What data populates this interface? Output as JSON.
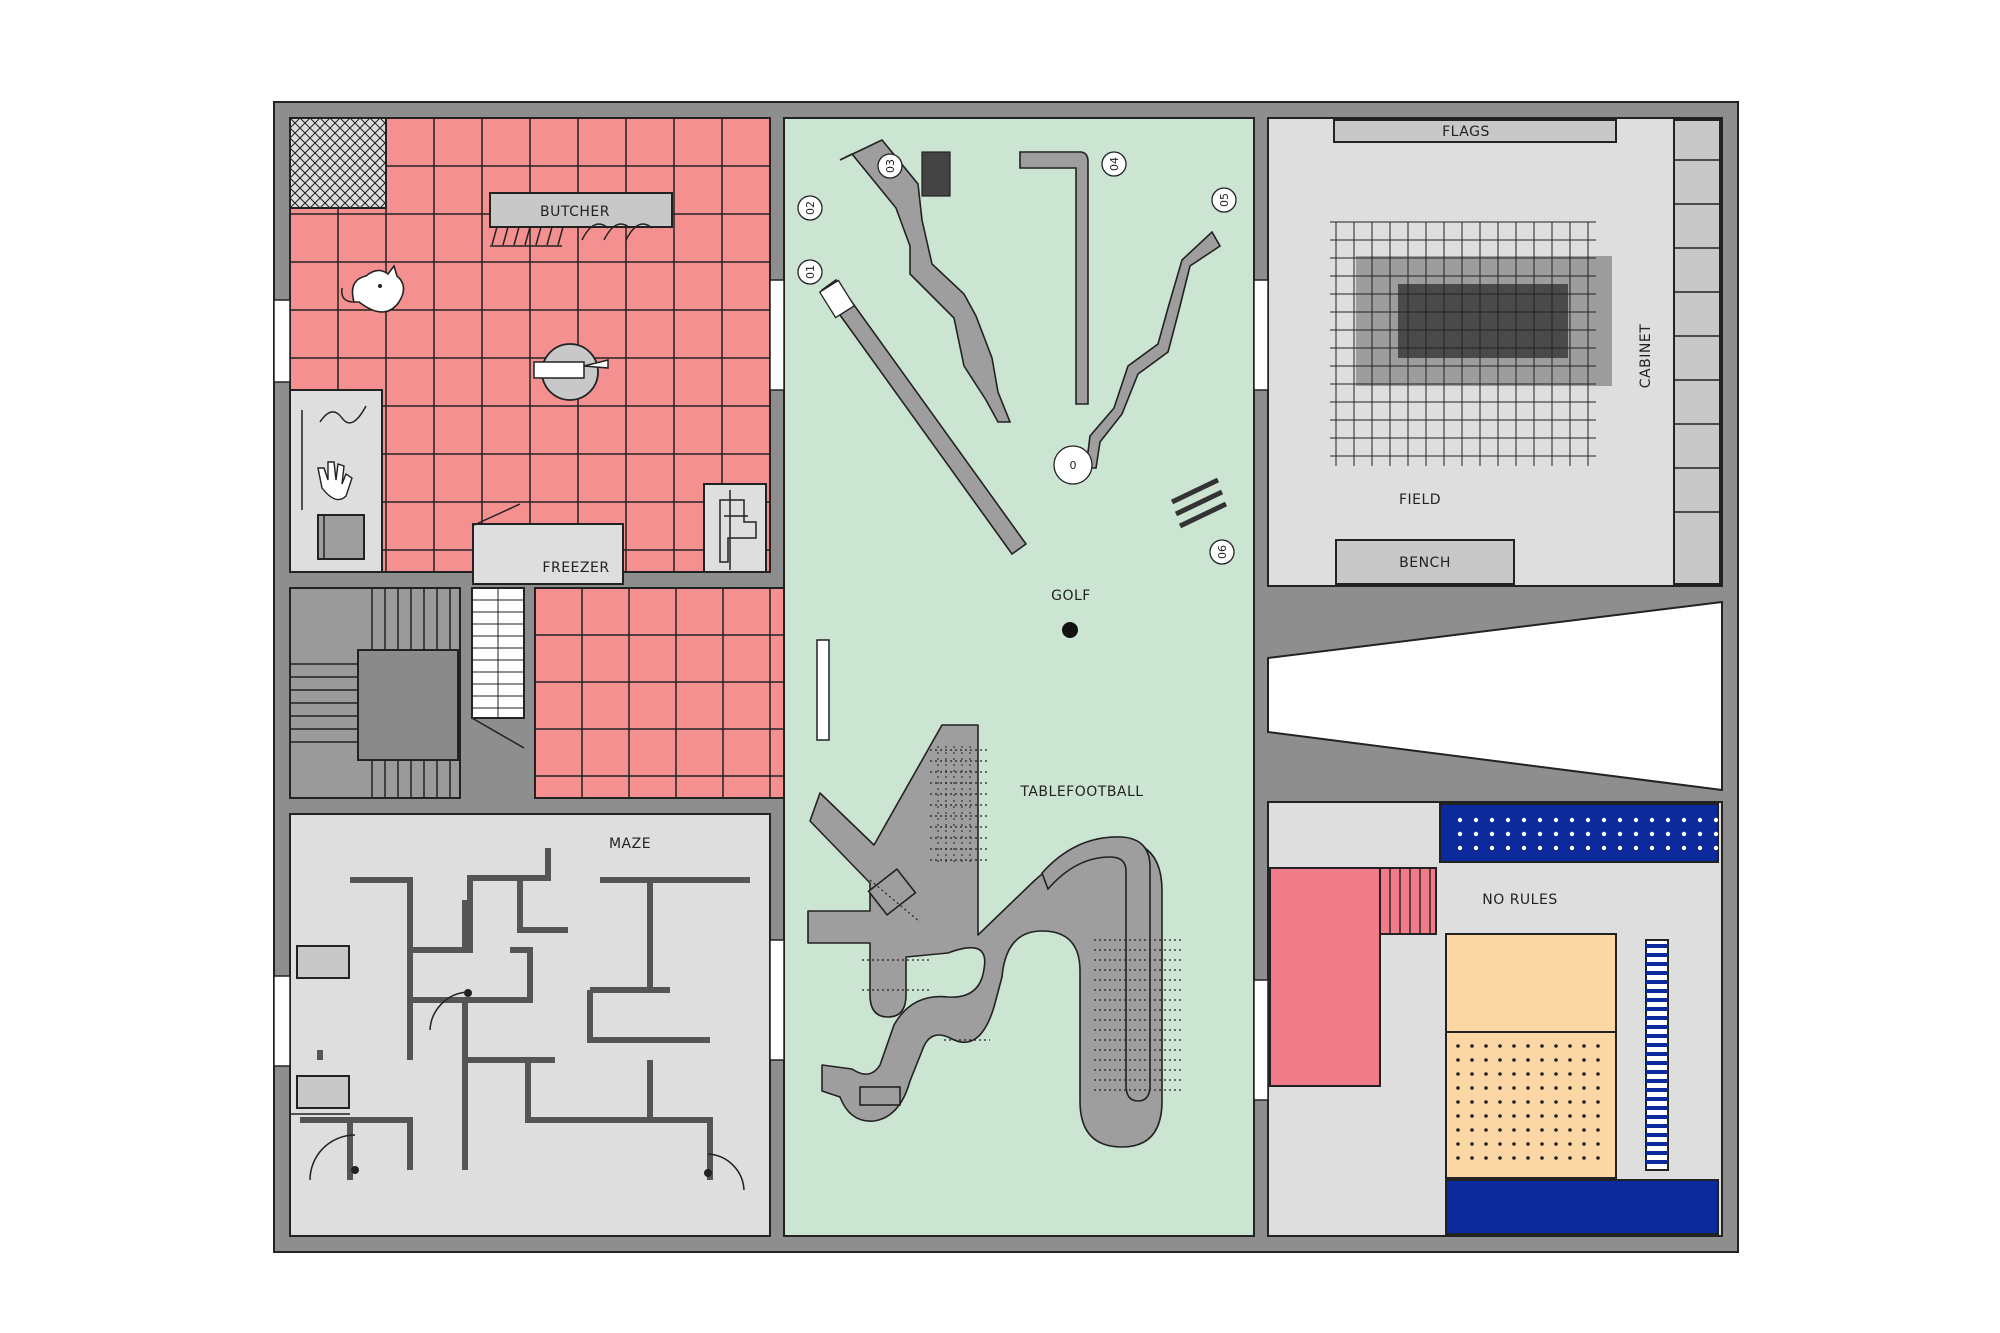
{
  "labels": {
    "butcher": "BUTCHER",
    "freezer": "FREEZER",
    "maze": "MAZE",
    "golf": "GOLF",
    "tablefootball": "TABLEFOOTBALL",
    "flags": "FLAGS",
    "cabinet": "CABINET",
    "field": "FIELD",
    "bench": "BENCH",
    "no_rules": "NO RULES"
  },
  "golf_holes": [
    "01",
    "02",
    "03",
    "04",
    "05",
    "06"
  ],
  "center_marker": "0",
  "colors": {
    "wall": "#8e8e8e",
    "tile_red": "#f59090",
    "green_room": "#cce5d2",
    "light_grey": "#dedede",
    "dark_grey": "#8f8f8f",
    "navy": "#0c2a9c",
    "peach": "#fcd7a6",
    "pink": "#f27b8a"
  }
}
